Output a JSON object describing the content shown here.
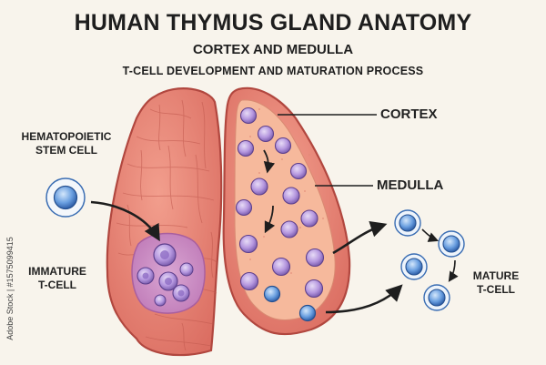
{
  "title": "HUMAN THYMUS GLAND ANATOMY",
  "subtitle": "CORTEX AND MEDULLA",
  "subtitle2": "T-CELL DEVELOPMENT AND MATURATION PROCESS",
  "labels": {
    "cortex": "CORTEX",
    "medulla": "MEDULLA",
    "stem_line1": "HEMATOPOIETIC",
    "stem_line2": "STEM CELL",
    "immature_line1": "IMMATURE",
    "immature_line2": "T-CELL",
    "mature_line1": "MATURE",
    "mature_line2": "T-CELL"
  },
  "stock_credit": "Adobe Stock | #1575099415",
  "colors": {
    "lobe_fill": "#e98576",
    "lobe_outline": "#b1473f",
    "medulla_fill": "#f6b99c",
    "immature_region": "#c98cc3",
    "purple_cell": "#a987d6",
    "blue_cell": "#5b93d8",
    "arrow": "#1e1e1e"
  }
}
